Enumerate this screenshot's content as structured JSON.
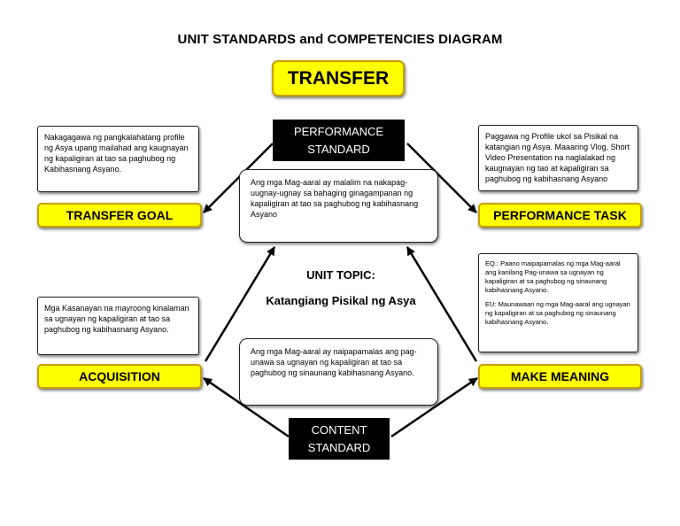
{
  "title": "UNIT STANDARDS and COMPETENCIES DIAGRAM",
  "transfer_label": "TRANSFER",
  "performance_standard": {
    "line1": "PERFORMANCE",
    "line2": "STANDARD",
    "text": "Ang mga Mag-aaral ay malalim na nakapag-uugnay-ugnay sa bahaging ginagampanan ng kapaligiran at tao sa paghubog ng kabihasnang Asyano"
  },
  "content_standard": {
    "line1": "CONTENT",
    "line2": "STANDARD",
    "text": "Ang mga Mag-aaral ay naipapamalas ang pag-unawa sa ugnayan ng kapaligiran at tao sa paghubog ng sinaunang kabihasnang Asyano."
  },
  "unit_topic": {
    "heading": "UNIT TOPIC:",
    "value": "Katangiang Pisikal ng Asya"
  },
  "transfer_goal": {
    "label": "TRANSFER GOAL",
    "text": "Nakagagawa ng pangkalahatang profile ng Asya upang mailahad ang kaugnayan ng kapaligiran at tao sa paghubog ng Kabihasnang Asyano."
  },
  "performance_task": {
    "label": "PERFORMANCE TASK",
    "text": "Paggawa ng Profile ukol sa Pisikal na katangian ng Asya. Maaaring Vlog, Short Video Presentation na naglalakad ng kaugnayan ng tao at kapaligiran sa paghubog ng kabihasnang Asyano"
  },
  "acquisition": {
    "label": "ACQUISITION",
    "text": "Mga Kasanayan na mayroong kinalaman sa ugnayan ng kapaligiran at tao sa paghubog ng kabihasnang Asyano."
  },
  "make_meaning": {
    "label": "MAKE MEANING",
    "eq": "EQ.: Paano maipapamalas ng mga Mag-aaral ang kanilang Pag-unawa sa ugnayan ng kapaligiran at sa paghubog ng sinaunang kabihasnang Asyano.",
    "eu": "EU: Maunawaan ng mga Mag-aaral ang ugnayan ng kapaligiran at sa paghubog ng sinaunang kabihasnang Asyano."
  }
}
